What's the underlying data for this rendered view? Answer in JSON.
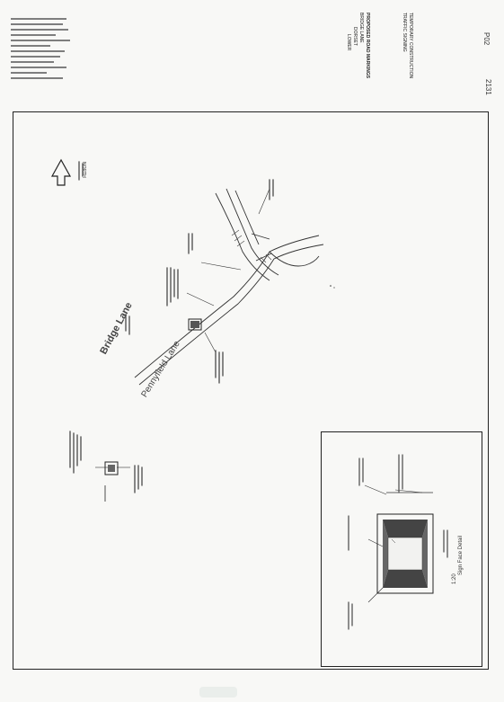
{
  "document": {
    "title_lines": [
      "PROPOSED ROAD MARKINGS",
      "BRIDGE LANE",
      "DORSET",
      "LOWER"
    ],
    "subtitle_lines": [
      "TEMPORARY CONSTRUCTION",
      "TRAFFIC SIGNING"
    ],
    "drawing_number": "2131",
    "revision": "P02",
    "north_label": "NORTH",
    "road_label_1": "Bridge Lane",
    "road_label_2": "Pennyfield Lane",
    "inset_caption_1": "Sign Face Detail",
    "inset_caption_2": "1:20",
    "colors": {
      "ink": "#222222",
      "paper": "#f8f8f6"
    }
  }
}
